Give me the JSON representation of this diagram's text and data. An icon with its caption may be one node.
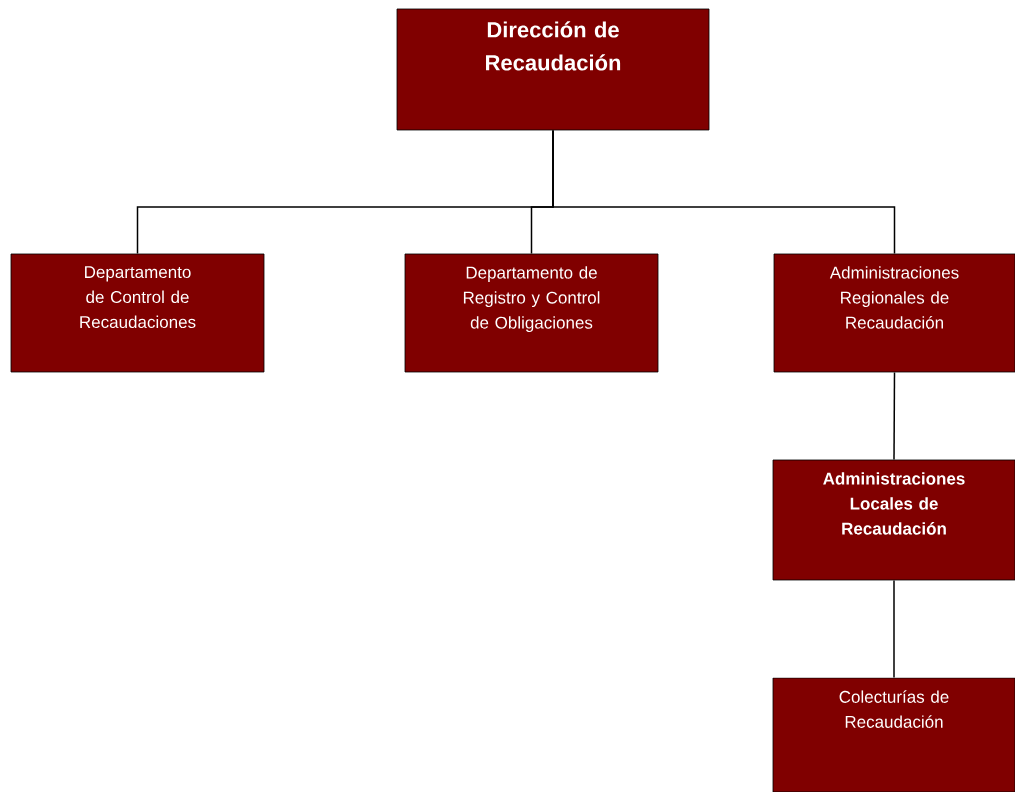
{
  "diagram": {
    "nodes": [
      {
        "text": [
          "Dirección de Recaudación"
        ]
      },
      {
        "text": [
          "Departamento de Control de Recaudaciones"
        ]
      },
      {
        "text": [
          "Departamento de Registro y Control de Obligaciones"
        ]
      },
      {
        "text": [
          "Administraciones Regionales de Recaudación"
        ]
      },
      {
        "text": [
          "Administraciones Locales de Recaudación"
        ]
      },
      {
        "text": [
          "Colecturías de Recaudación"
        ]
      }
    ],
    "edges": [
      {
        "from": 0,
        "to": 1,
        "arrow": "none"
      },
      {
        "from": 0,
        "to": 2,
        "arrow": "none"
      },
      {
        "from": 0,
        "to": 3,
        "arrow": "none"
      },
      {
        "from": 3,
        "to": 4,
        "arrow": "none"
      },
      {
        "from": 4,
        "to": 5,
        "arrow": "none"
      }
    ]
  }
}
